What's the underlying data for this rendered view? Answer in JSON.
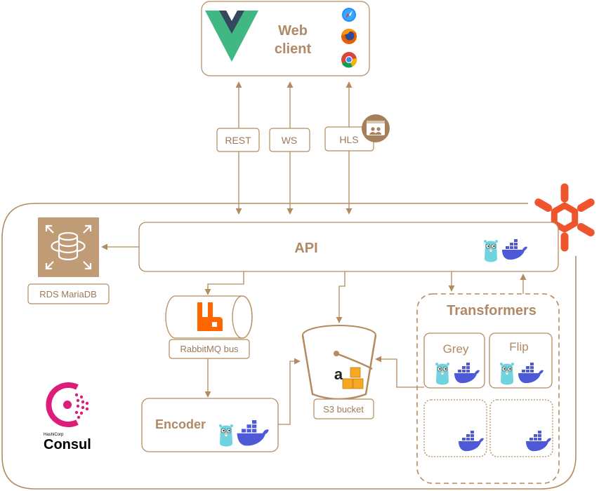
{
  "colors": {
    "brown": "#b48a5e",
    "label": "#9c7a58",
    "title": "#b08a64",
    "db_fill": "#bf9c76",
    "vue_green": "#41b883",
    "vue_dark": "#35495e",
    "rabbit_orange": "#ff6600",
    "snowflake_orange": "#f0542c",
    "consul_magenta": "#dc1d7a",
    "docker_blue": "#4d59d6",
    "gopher_cyan": "#6fd4e0",
    "aws_yellow": "#f7a823"
  },
  "web_client": {
    "title_line1": "Web",
    "title_line2": "client",
    "browser_icons": [
      "safari-icon",
      "firefox-icon",
      "chrome-icon"
    ]
  },
  "protocols": {
    "rest": "REST",
    "ws": "WS",
    "hls": "HLS"
  },
  "api": {
    "label": "API"
  },
  "database": {
    "label": "RDS MariaDB"
  },
  "rabbitmq": {
    "label": "RabbitMQ bus"
  },
  "s3": {
    "label": "S3 bucket",
    "logo_letter": "a"
  },
  "encoder": {
    "label": "Encoder"
  },
  "transformers": {
    "title": "Transformers",
    "grey": "Grey",
    "flip": "Flip"
  },
  "consul": {
    "small_text": "HashiCorp",
    "name": "Consul"
  }
}
